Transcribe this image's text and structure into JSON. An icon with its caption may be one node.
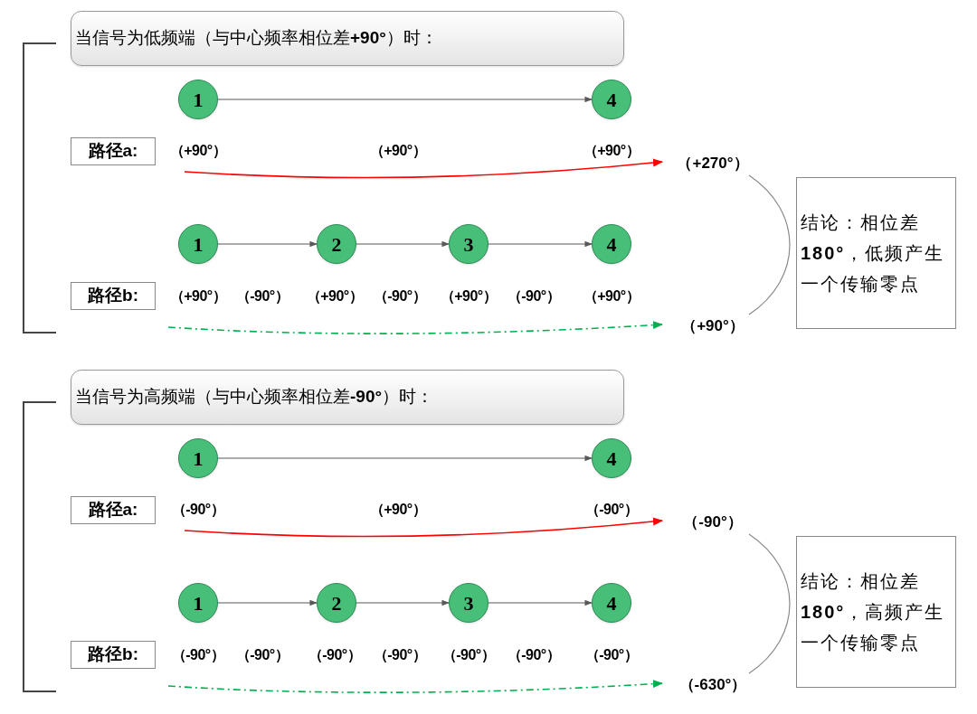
{
  "diagram": {
    "nodes": [
      {
        "text": [
          "当信号为低频端（与中心频率相位差**+90°**）时："
        ]
      },
      {
        "text": [
          "1"
        ]
      },
      {
        "text": [
          "4"
        ]
      },
      {
        "text": [
          "路径a:"
        ]
      },
      {
        "text": [
          "（+270°）"
        ]
      },
      {
        "text": [
          "1"
        ]
      },
      {
        "text": [
          "2"
        ]
      },
      {
        "text": [
          "3"
        ]
      },
      {
        "text": [
          "4"
        ]
      },
      {
        "text": [
          "路径b:"
        ]
      },
      {
        "text": [
          "（+90°）"
        ]
      },
      {
        "text": [
          "结论：相位差**180°**，低频产生一个传输零点"
        ]
      },
      {
        "text": [
          "当信号为高频端（与中心频率相位差**-90°**）时："
        ]
      },
      {
        "text": [
          "1"
        ]
      },
      {
        "text": [
          "4"
        ]
      },
      {
        "text": [
          "路径a:"
        ]
      },
      {
        "text": [
          "（-90°）"
        ]
      },
      {
        "text": [
          "1"
        ]
      },
      {
        "text": [
          "2"
        ]
      },
      {
        "text": [
          "3"
        ]
      },
      {
        "text": [
          "4"
        ]
      },
      {
        "text": [
          "路径b:"
        ]
      },
      {
        "text": [
          "（-630°）"
        ]
      },
      {
        "text": [
          "结论：相位差**180°**，高频产生一个传输零点"
        ]
      }
    ],
    "edges": [
      {
        "from": 1,
        "to": 2,
        "arrow": "to"
      },
      {
        "from": null,
        "to": 4,
        "arrow": "to",
        "color": "#ff0000"
      },
      {
        "from": 5,
        "to": 6,
        "arrow": "to"
      },
      {
        "from": 6,
        "to": 7,
        "arrow": "to"
      },
      {
        "from": 7,
        "to": 8,
        "arrow": "to"
      },
      {
        "from": null,
        "to": 10,
        "arrow": "to",
        "style": "dashed",
        "color": "#00b050"
      },
      {
        "from": 4,
        "to": 10,
        "arrow": "none"
      },
      {
        "from": 13,
        "to": 14,
        "arrow": "to"
      },
      {
        "from": null,
        "to": 16,
        "arrow": "to",
        "color": "#ff0000"
      },
      {
        "from": 17,
        "to": 18,
        "arrow": "to"
      },
      {
        "from": 18,
        "to": 19,
        "arrow": "to"
      },
      {
        "from": 19,
        "to": 20,
        "arrow": "to"
      },
      {
        "from": null,
        "to": 22,
        "arrow": "to",
        "style": "dashed",
        "color": "#00b050"
      },
      {
        "from": 16,
        "to": 22,
        "arrow": "none"
      }
    ],
    "labels": [
      "（+90°）",
      "（+90°）",
      "（+90°）",
      "（+90°）",
      "（-90°）",
      "（+90°）",
      "（-90°）",
      "（+90°）",
      "（-90°）",
      "（+90°）",
      "（-90°）",
      "（+90°）",
      "（-90°）",
      "（-90°）",
      "（-90°）",
      "（-90°）",
      "（-90°）",
      "（-90°）",
      "（-90°）",
      "（-90°）"
    ]
  }
}
